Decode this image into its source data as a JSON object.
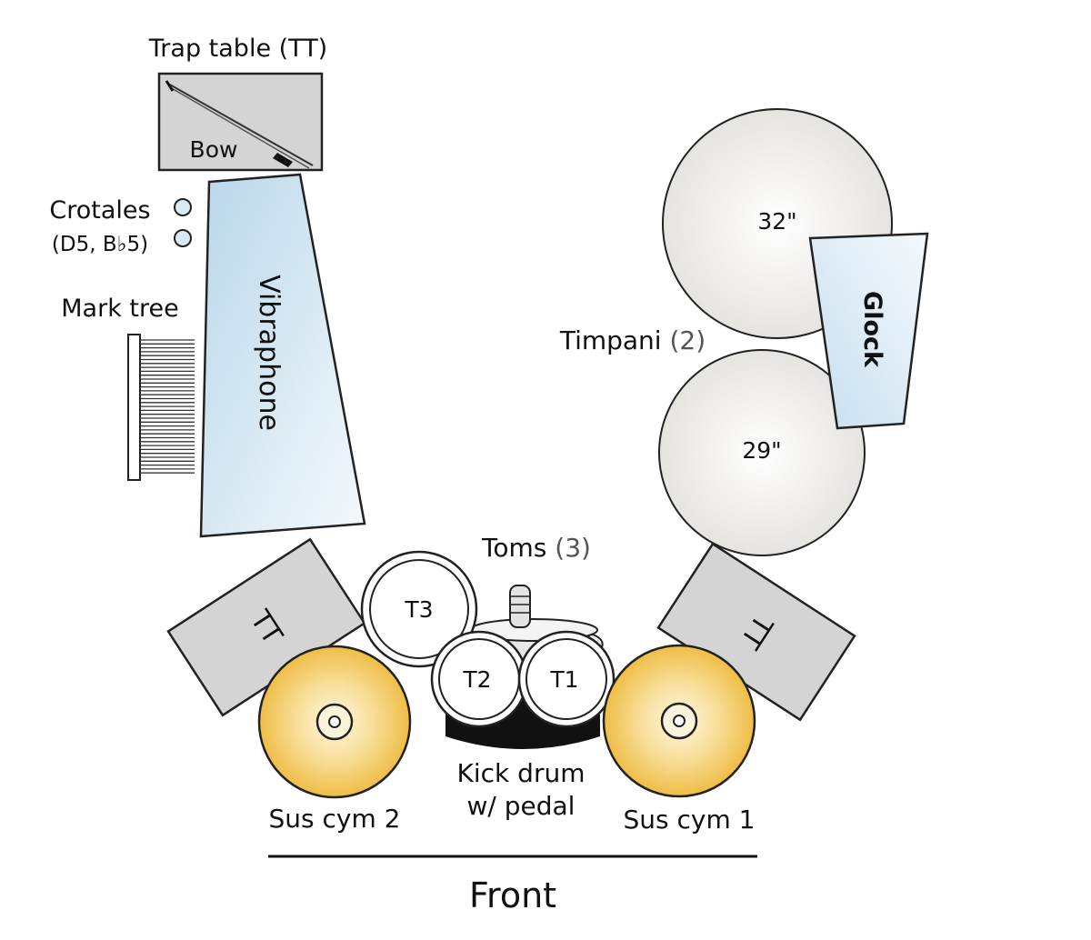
{
  "labels": {
    "trap_table_top": "Trap table (TT)",
    "bow": "Bow",
    "crotales": "Crotales",
    "crotales_notes": "(D5, B♭5)",
    "mark_tree": "Mark tree",
    "vibraphone": "Vibraphone",
    "timpani": "Timpani",
    "timpani_count": "(2)",
    "timp_32": "32\"",
    "timp_29": "29\"",
    "glock": "Glock",
    "toms": "Toms",
    "toms_count": "(3)",
    "t1": "T1",
    "t2": "T2",
    "t3": "T3",
    "tt_left": "TT",
    "tt_right": "TT",
    "kick_line1": "Kick drum",
    "kick_line2": "w/ pedal",
    "sus_cym_2": "Sus cym 2",
    "sus_cym_1": "Sus cym 1",
    "front": "Front"
  },
  "colors": {
    "table_gray": "#d4d4d4",
    "vibraphone_blue": "#cfe4f0",
    "timpani_gray": "#ececea",
    "cymbal_yellow": "#f3c75e",
    "kick_black": "#111111"
  }
}
